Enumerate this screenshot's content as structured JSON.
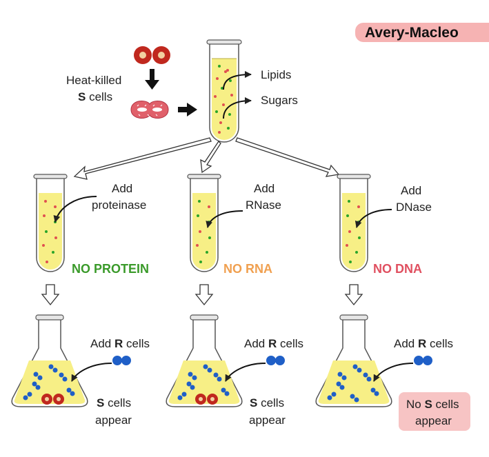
{
  "title": "Avery-Macleo",
  "source": {
    "line1": "Heat-killed",
    "line2_bold": "S",
    "line2_rest": " cells"
  },
  "tube_labels": [
    "Lipids",
    "Sugars"
  ],
  "branches": [
    {
      "add_line1": "Add",
      "add_line2": "proteinase",
      "result": "NO PROTEIN",
      "result_color": "#3a9a2a",
      "r_prefix": "Add ",
      "r_bold": "R",
      "r_suffix": " cells",
      "outcome_bold": "S",
      "outcome_rest": " cells",
      "outcome_line2": "appear"
    },
    {
      "add_line1": "Add",
      "add_line2": "RNase",
      "result": "NO RNA",
      "result_color": "#f0a050",
      "r_prefix": "Add ",
      "r_bold": "R",
      "r_suffix": " cells",
      "outcome_bold": "S",
      "outcome_rest": " cells",
      "outcome_line2": "appear"
    },
    {
      "add_line1": "Add",
      "add_line2": "DNase",
      "result": "NO DNA",
      "result_color": "#e05060",
      "r_prefix": "Add ",
      "r_bold": "R",
      "r_suffix": " cells",
      "outcome_prefix": "No ",
      "outcome_bold": "S",
      "outcome_rest": " cells",
      "outcome_line2": "appear"
    }
  ],
  "colors": {
    "title_bg": "#f6b3b3",
    "outcome_bg": "#f7c4c4",
    "liquid": "#f7ef86",
    "s_cell": "#c0281e",
    "r_cell": "#1f5fc7",
    "heat_killed": "#e0606a"
  },
  "icons": [
    "s-cell-pair-icon",
    "heat-killed-cell-icon",
    "r-cell-pair-icon",
    "test-tube-icon",
    "flask-icon",
    "arrow-icon"
  ]
}
